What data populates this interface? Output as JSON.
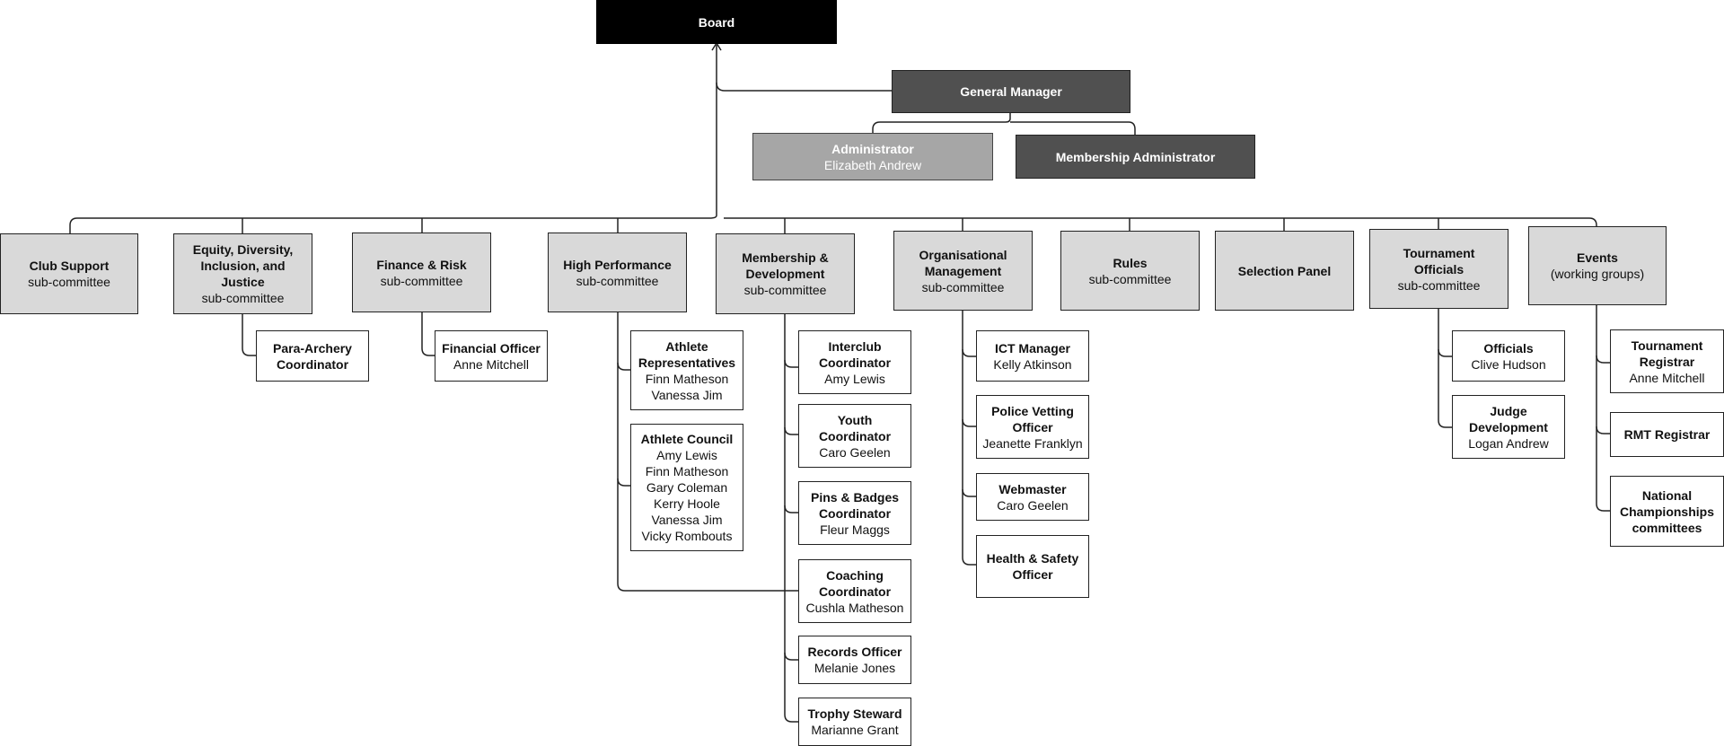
{
  "board": {
    "title": "Board"
  },
  "general_manager": {
    "title": "General Manager"
  },
  "administrator": {
    "title": "Administrator",
    "name": "Elizabeth Andrew"
  },
  "membership_admin": {
    "title": "Membership Administrator"
  },
  "committees": {
    "club_support": {
      "title": "Club Support",
      "subtitle": "sub-committee"
    },
    "equity": {
      "title_lines": [
        "Equity, Diversity,",
        "Inclusion, and",
        "Justice"
      ],
      "subtitle": "sub-committee"
    },
    "finance": {
      "title": "Finance & Risk",
      "subtitle": "sub-committee"
    },
    "high_performance": {
      "title": "High Performance",
      "subtitle": "sub-committee"
    },
    "membership_dev": {
      "title_lines": [
        "Membership &",
        "Development"
      ],
      "subtitle": "sub-committee"
    },
    "org_mgmt": {
      "title_lines": [
        "Organisational",
        "Management"
      ],
      "subtitle": "sub-committee"
    },
    "rules": {
      "title": "Rules",
      "subtitle": "sub-committee"
    },
    "selection": {
      "title": "Selection Panel"
    },
    "tournament_officials": {
      "title_lines": [
        "Tournament",
        "Officials"
      ],
      "subtitle": "sub-committee"
    },
    "events": {
      "title": "Events",
      "subtitle": "(working groups)"
    }
  },
  "roles": {
    "para_archery": {
      "title_lines": [
        "Para-Archery",
        "Coordinator"
      ]
    },
    "financial_officer": {
      "title": "Financial Officer",
      "names": [
        "Anne Mitchell"
      ]
    },
    "athlete_reps": {
      "title_lines": [
        "Athlete",
        "Representatives"
      ],
      "names": [
        "Finn Matheson",
        "Vanessa Jim"
      ]
    },
    "athlete_council": {
      "title": "Athlete Council",
      "names": [
        "Amy Lewis",
        "Finn Matheson",
        "Gary Coleman",
        "Kerry Hoole",
        "Vanessa Jim",
        "Vicky Rombouts"
      ]
    },
    "interclub": {
      "title_lines": [
        "Interclub",
        "Coordinator"
      ],
      "names": [
        "Amy Lewis"
      ]
    },
    "youth": {
      "title_lines": [
        "Youth",
        "Coordinator"
      ],
      "names": [
        "Caro Geelen"
      ]
    },
    "pins_badges": {
      "title_lines": [
        "Pins & Badges",
        "Coordinator"
      ],
      "names": [
        "Fleur Maggs"
      ]
    },
    "coaching": {
      "title_lines": [
        "Coaching",
        "Coordinator"
      ],
      "names": [
        "Cushla Matheson"
      ]
    },
    "records": {
      "title": "Records Officer",
      "names": [
        "Melanie Jones"
      ]
    },
    "trophy": {
      "title": "Trophy Steward",
      "names": [
        "Marianne Grant"
      ]
    },
    "ict": {
      "title": "ICT Manager",
      "names": [
        "Kelly Atkinson"
      ]
    },
    "police_vetting": {
      "title_lines": [
        "Police Vetting",
        "Officer"
      ],
      "names": [
        "Jeanette Franklyn"
      ]
    },
    "webmaster": {
      "title": "Webmaster",
      "names": [
        "Caro Geelen"
      ]
    },
    "health_safety": {
      "title_lines": [
        "Health & Safety",
        "Officer"
      ]
    },
    "officials": {
      "title": "Officials",
      "names": [
        "Clive Hudson"
      ]
    },
    "judge_dev": {
      "title_lines": [
        "Judge",
        "Development"
      ],
      "names": [
        "Logan Andrew"
      ]
    },
    "tournament_registrar": {
      "title_lines": [
        "Tournament",
        "Registrar"
      ],
      "names": [
        "Anne Mitchell"
      ]
    },
    "rmt_registrar": {
      "title": "RMT Registrar"
    },
    "national_champs": {
      "title_lines": [
        "National",
        "Championships",
        "committees"
      ]
    }
  }
}
